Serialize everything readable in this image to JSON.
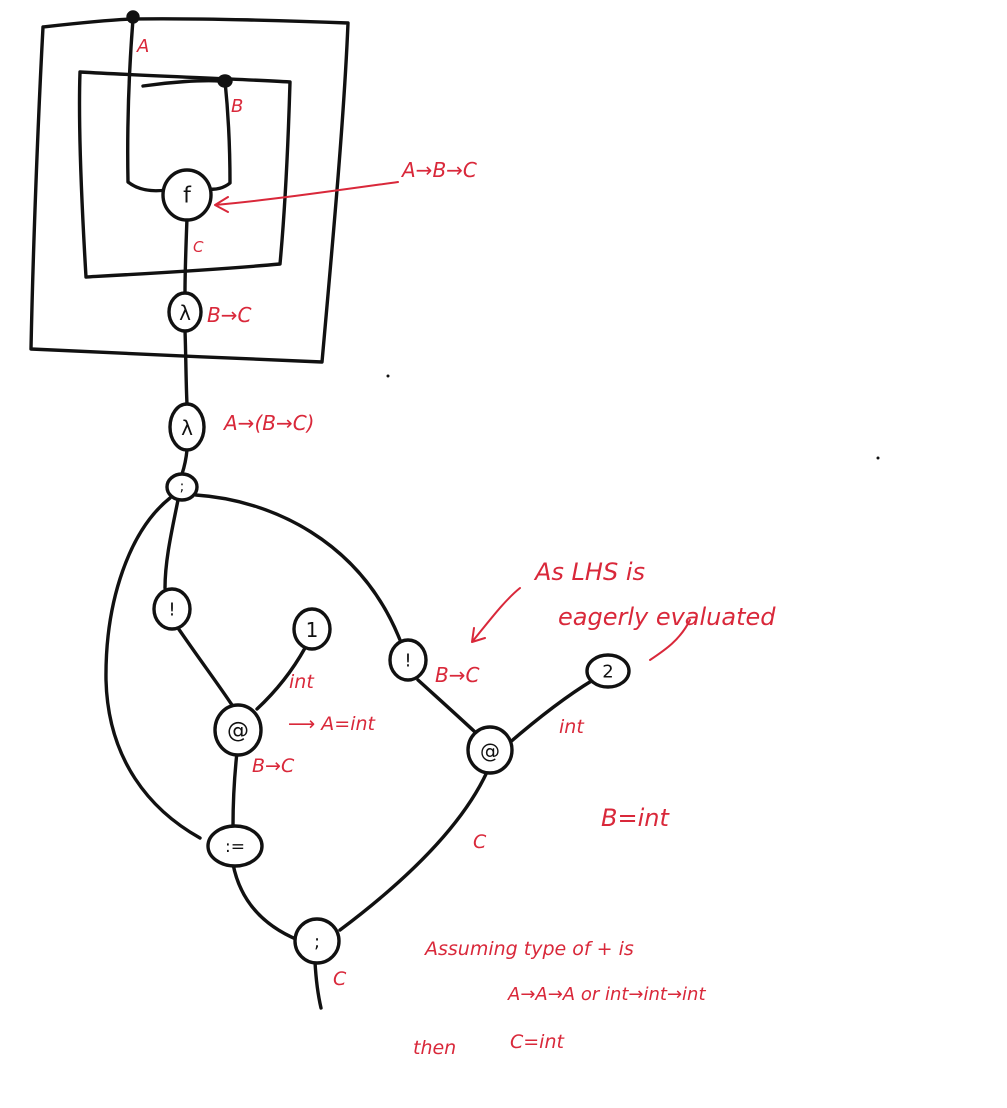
{
  "colors": {
    "ink": "#111111",
    "annotation": "#d9283a",
    "background": "#ffffff"
  },
  "nodes": {
    "f": "f",
    "lambda_inner": "λ",
    "lambda_outer": "λ",
    "seq_top": ";",
    "bang_left": "!",
    "one": "1",
    "app_left": "@",
    "bang_right": "!",
    "two": "2",
    "app_right": "@",
    "assign": ":=",
    "seq_bottom": ";"
  },
  "labels": {
    "A": "A",
    "B": "B",
    "C_under_f": "C",
    "f_type": "A→B→C",
    "lambda_inner_type": "B→C",
    "lambda_outer_type": "A→(B→C)",
    "bang_right_type": "B→C",
    "int_one": "int",
    "a_eq_int": "⟶ A=int",
    "app_left_type": "B→C",
    "int_two": "int",
    "b_eq_int": "B=int",
    "C_app_right": "C",
    "C_bottom": "C",
    "lhs_note_1": "As LHS is",
    "lhs_note_2": "eagerly evaluated",
    "assume_1": "Assuming type of + is",
    "assume_2": "A→A→A or int→int→int",
    "then": "then",
    "c_eq_int": "C=int"
  }
}
